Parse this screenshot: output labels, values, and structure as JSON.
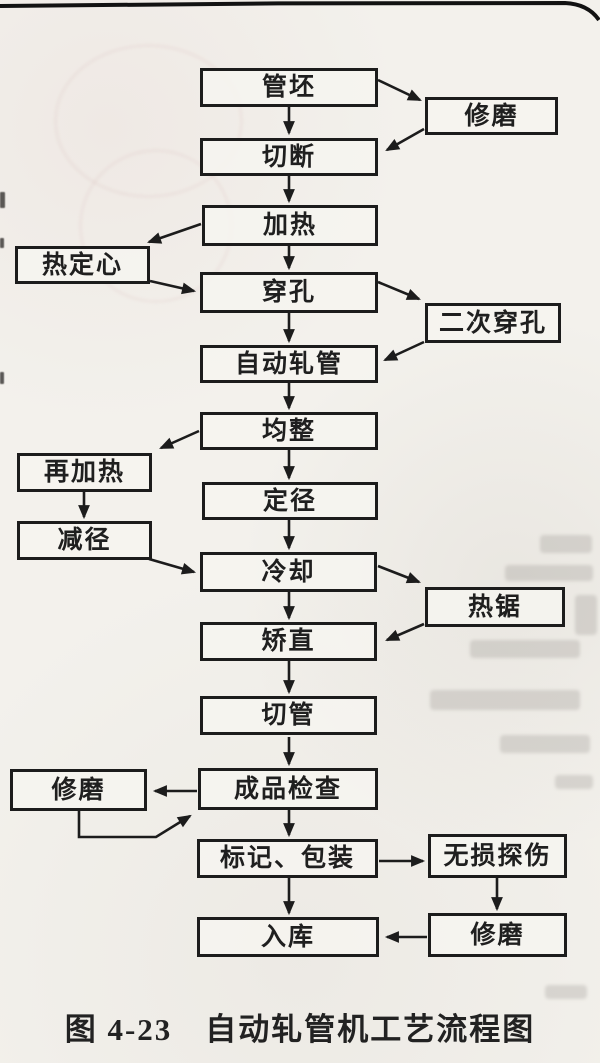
{
  "figure": {
    "caption": "图 4-23　自动轧管机工艺流程图",
    "nodes": {
      "tube_blank": "管坯",
      "grinding_top": "修磨",
      "cut_off": "切断",
      "heating": "加热",
      "hot_centering": "热定心",
      "piercing": "穿孔",
      "second_piercing": "二次穿孔",
      "auto_rolling": "自动轧管",
      "reeling": "均整",
      "reheating": "再加热",
      "sizing": "定径",
      "diameter_reduction": "减径",
      "cooling": "冷却",
      "hot_sawing": "热锯",
      "straightening": "矫直",
      "pipe_cutting": "切管",
      "product_inspection": "成品检查",
      "grinding_left": "修磨",
      "marking_packaging": "标记、包装",
      "ndt": "无损探伤",
      "warehousing": "入库",
      "grinding_bottom": "修磨"
    },
    "colors": {
      "ink": "#1c1c1c",
      "paper": "#f3f1ec"
    }
  }
}
